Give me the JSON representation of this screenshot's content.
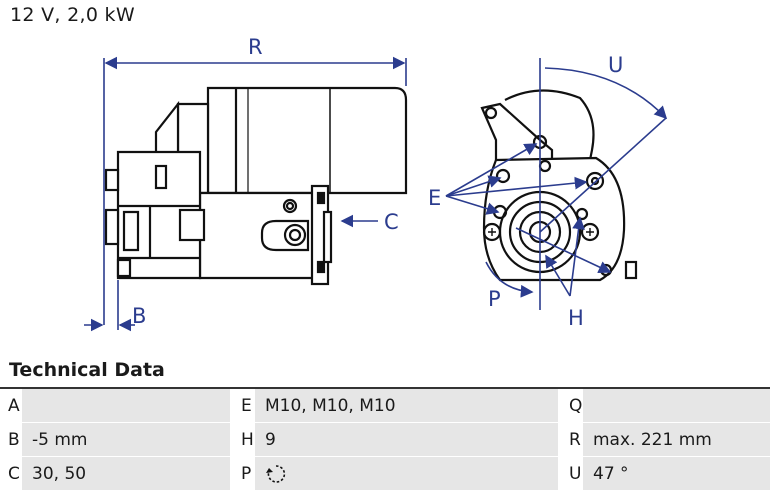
{
  "title": "12 V, 2,0 kW",
  "drawing_labels": {
    "r": "R",
    "u": "U",
    "c": "C",
    "e": "E",
    "b": "B",
    "p": "P",
    "h": "H"
  },
  "section_title": "Technical Data",
  "specs": {
    "col1": [
      {
        "key": "A",
        "value": ""
      },
      {
        "key": "B",
        "value": "-5 mm"
      },
      {
        "key": "C",
        "value": "30, 50"
      }
    ],
    "col2": [
      {
        "key": "E",
        "value": "M10, M10, M10"
      },
      {
        "key": "H",
        "value": "9"
      },
      {
        "key": "P",
        "value": "",
        "icon": "rotation-direction-icon"
      }
    ],
    "col3": [
      {
        "key": "Q",
        "value": ""
      },
      {
        "key": "R",
        "value": "max. 221 mm"
      },
      {
        "key": "U",
        "value": "47 °"
      }
    ]
  },
  "colors": {
    "dimension_blue": "#2b3c8e",
    "row_gray": "#e6e6e6"
  }
}
